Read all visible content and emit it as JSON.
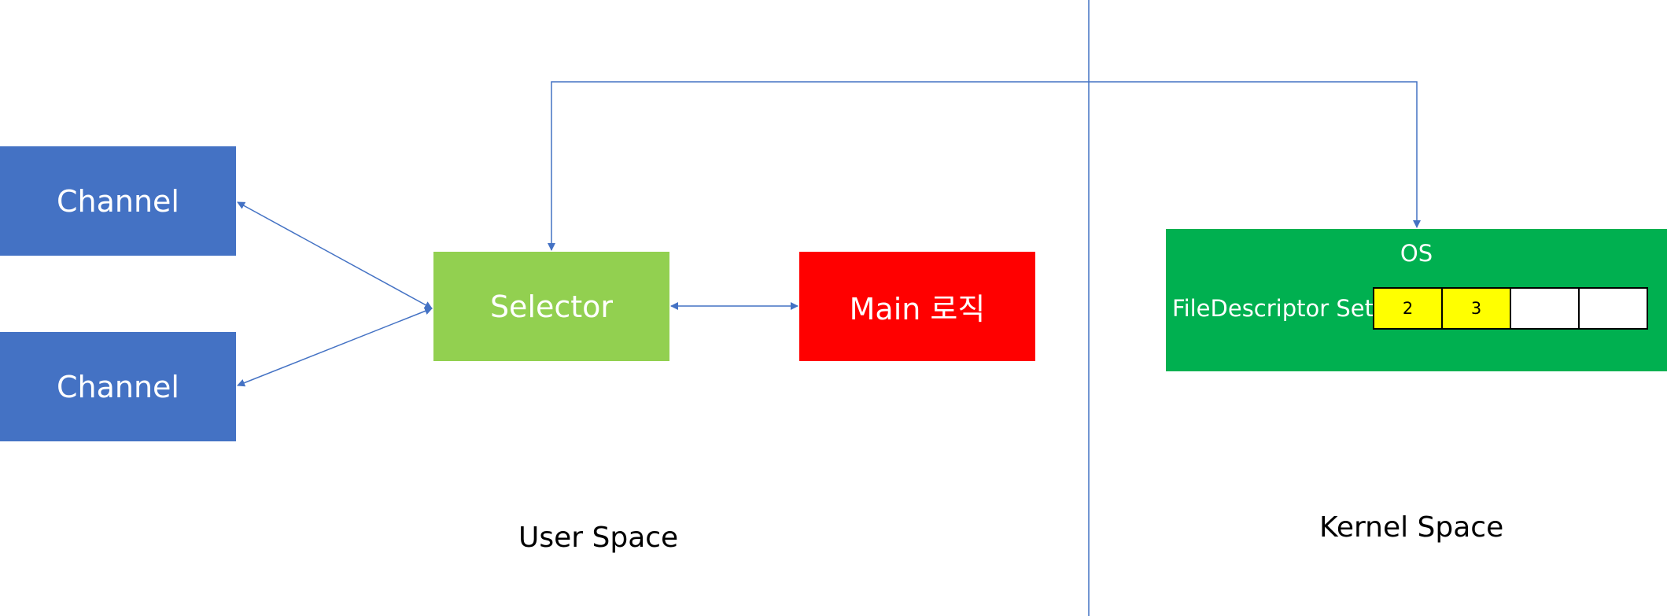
{
  "colors": {
    "channel": "#4472C4",
    "selector": "#92D050",
    "main": "#FF0000",
    "os": "#00B050",
    "fd_filled": "#FFFF00",
    "fd_empty": "#FFFFFF",
    "line": "#4472C4"
  },
  "nodes": {
    "channel_1": "Channel",
    "channel_2": "Channel",
    "selector": "Selector",
    "main": "Main 로직"
  },
  "os": {
    "title": "OS",
    "fd_label": "FileDescriptor  Set",
    "fd_cells": [
      "2",
      "3",
      "",
      ""
    ]
  },
  "spaces": {
    "user": "User Space",
    "kernel": "Kernel Space"
  }
}
